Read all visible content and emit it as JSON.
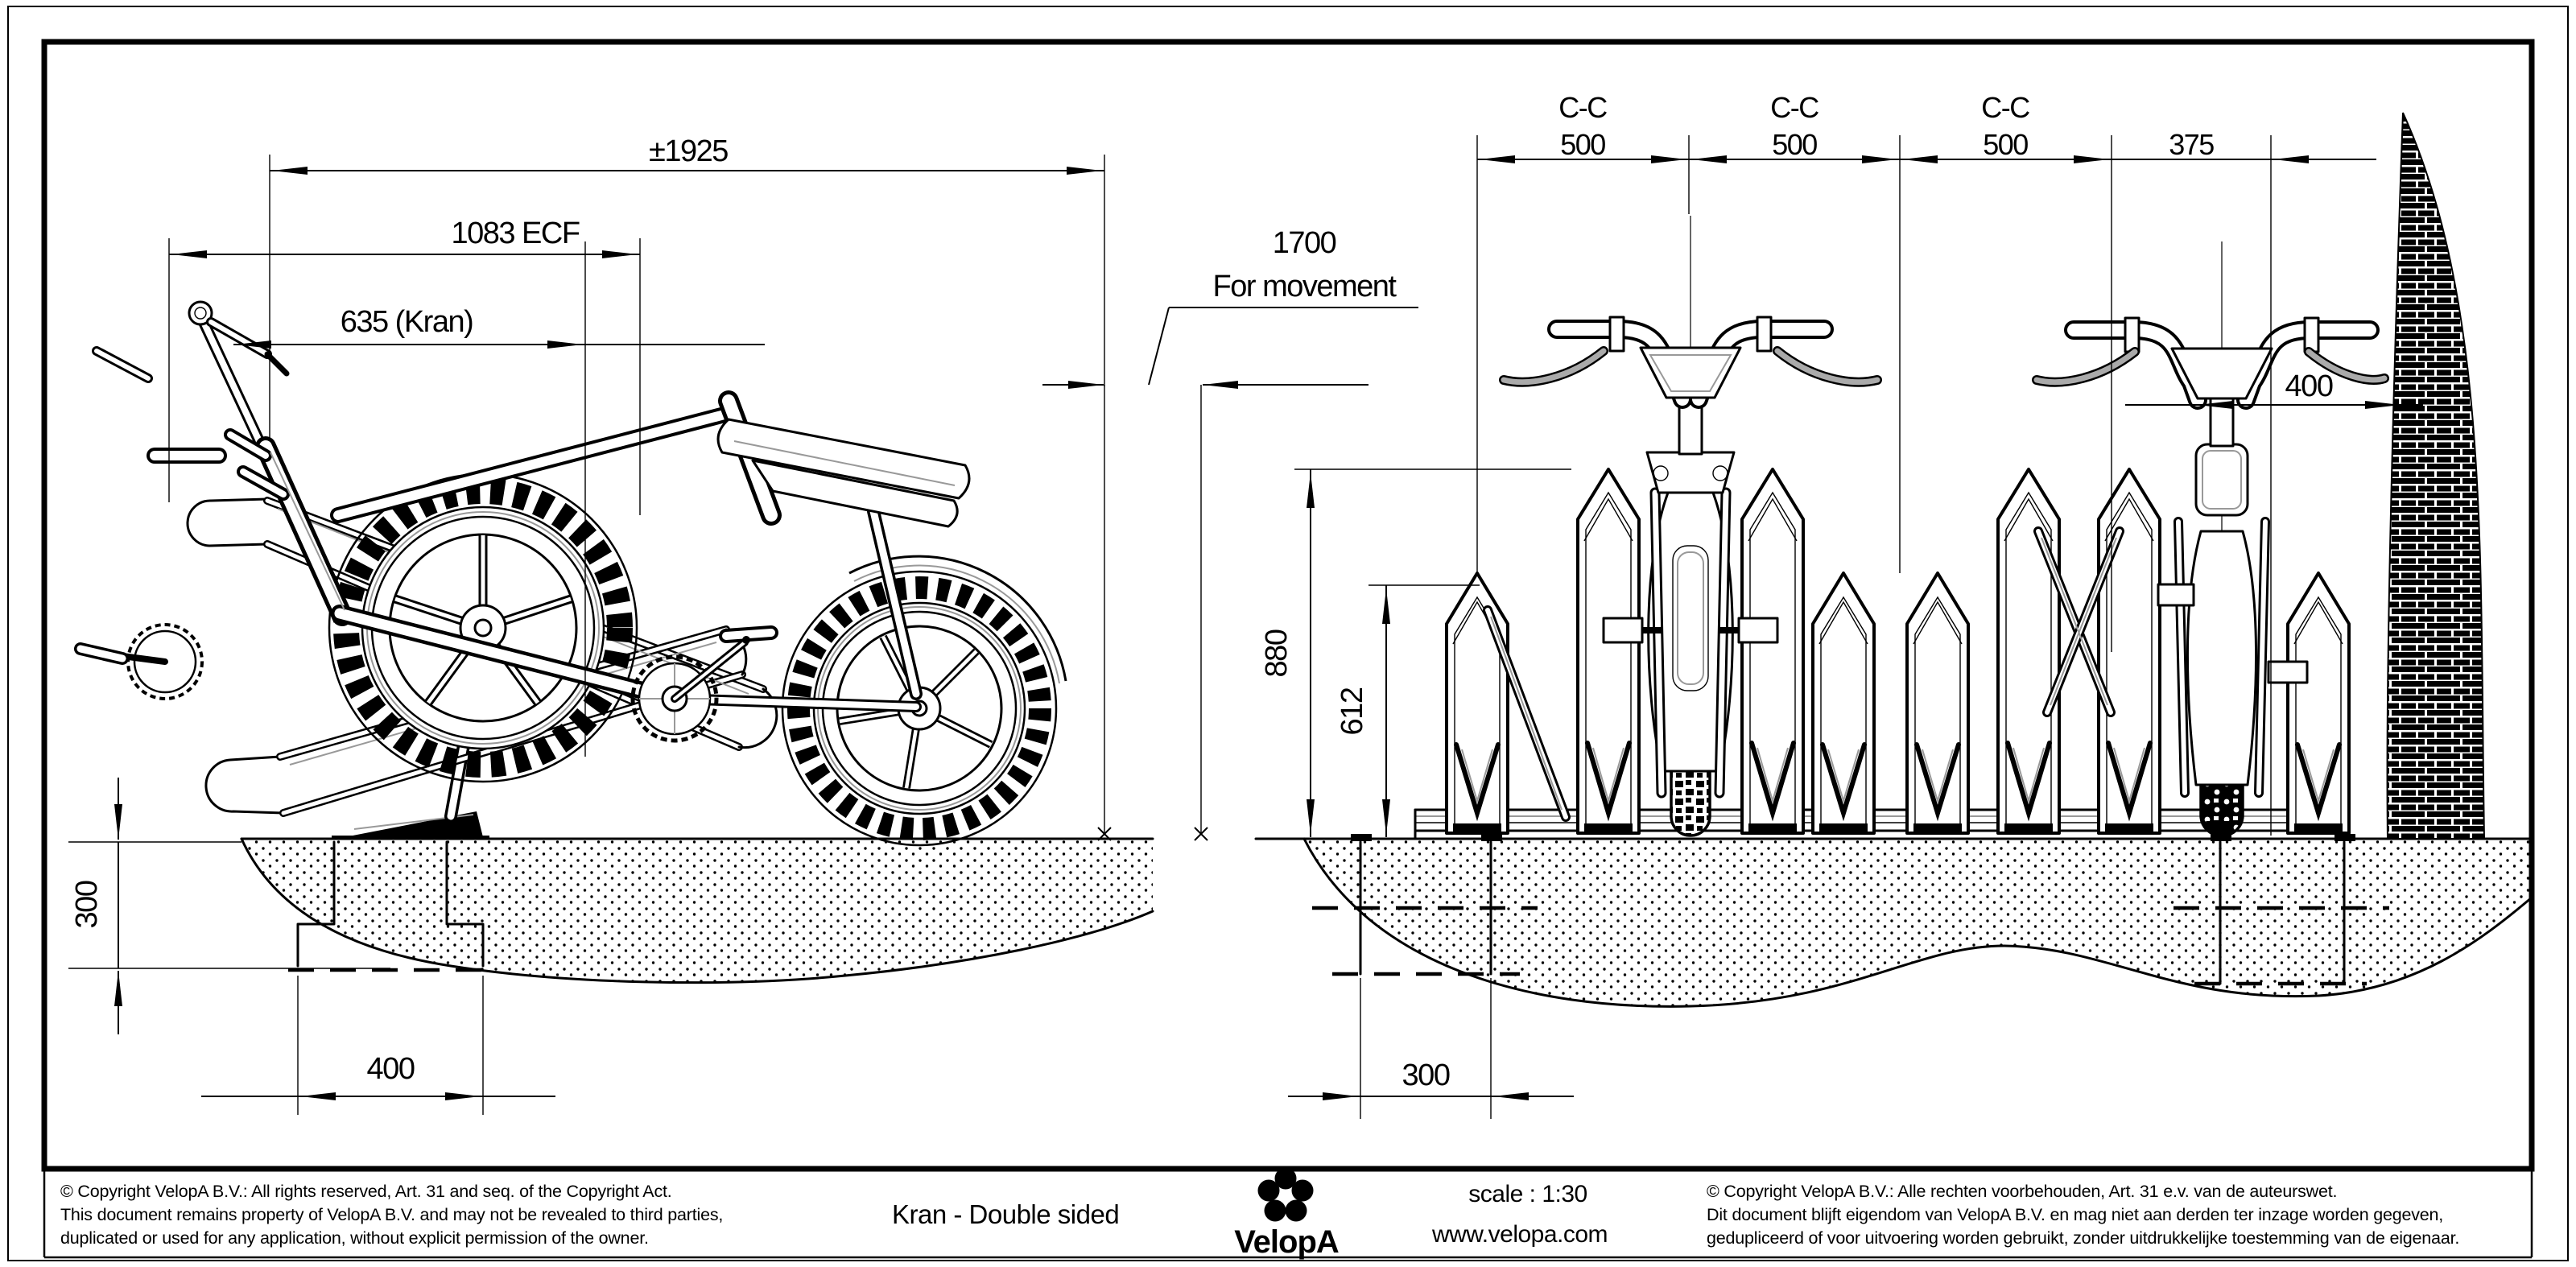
{
  "title_block": {
    "copyright_en": [
      "©  Copyright VelopA B.V.: All rights reserved, Art. 31 and seq. of the Copyright Act.",
      "This document remains property of VelopA B.V. and may not be revealed to third parties,",
      "duplicated or used for any application, without explicit permission of the owner."
    ],
    "title": "Kran - Double sided",
    "brand": "VelopA",
    "scale_label": "scale : 1:30",
    "website": "www.velopa.com",
    "copyright_nl": [
      "©  Copyright VelopA B.V.: Alle rechten voorbehouden, Art. 31 e.v. van de auteurswet.",
      "Dit document blijft eigendom van VelopA B.V. en mag niet aan derden ter inzage worden gegeven,",
      "gedupliceerd of voor uitvoering worden gebruikt, zonder uitdrukkelijke toestemming van de eigenaar."
    ]
  },
  "side_view": {
    "dim_total": "±1925",
    "dim_ecf": "1083 ECF",
    "dim_kran": "635 (Kran)",
    "movement_value": "1700",
    "movement_label": "For movement",
    "dim_depth": "300",
    "dim_foundation": "400"
  },
  "front_view": {
    "cc_label_1": "C-C",
    "cc_value_1": "500",
    "cc_label_2": "C-C",
    "cc_value_2": "500",
    "cc_label_3": "C-C",
    "cc_value_3": "500",
    "end_value": "375",
    "wall_dist": "400",
    "height_high": "880",
    "height_low": "612",
    "foundation": "300"
  }
}
